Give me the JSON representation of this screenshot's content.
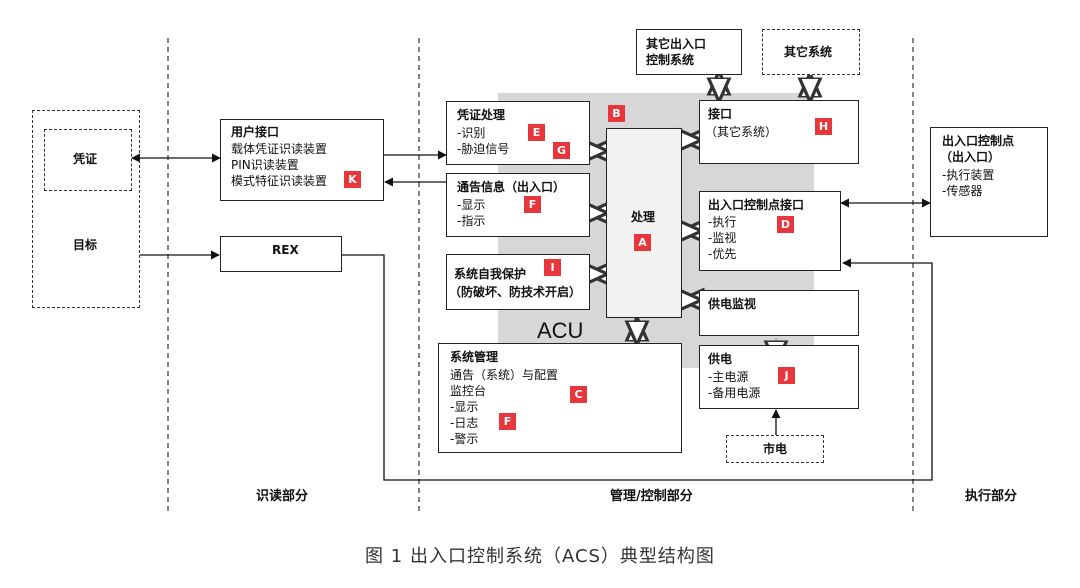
{
  "sections": {
    "read": "识读部分",
    "mgmt": "管理/控制部分",
    "exec": "执行部分"
  },
  "acu_label": "ACU",
  "left": {
    "credential": "凭证",
    "target": "目标"
  },
  "user_interface": {
    "title": "用户接口",
    "lines": [
      "载体凭证识读装置",
      "PIN识读装置",
      "模式特征识读装置"
    ],
    "tag": "K"
  },
  "rex": "REX",
  "credential_processing": {
    "title": "凭证处理",
    "lines": [
      "-识别",
      "-胁迫信号"
    ],
    "tags": [
      "E",
      "G"
    ]
  },
  "notification": {
    "title": "通告信息（出入口）",
    "lines": [
      "-显示",
      "-指示"
    ],
    "tag": "F"
  },
  "self_protection": {
    "title": "系统自我保护",
    "line2": "（防破坏、防技术开启）",
    "tag": "I"
  },
  "processing": {
    "title": "处理",
    "tag": "A"
  },
  "tag_b": "B",
  "system_mgmt": {
    "title": "系统管理",
    "lines": [
      "通告（系统）与配置",
      "监控台",
      "-显示",
      "-日志",
      "-警示"
    ],
    "tags": [
      "C",
      "F"
    ]
  },
  "other_acs": {
    "line1": "其它出入口",
    "line2": "控制系统"
  },
  "other_systems": "其它系统",
  "interface": {
    "title": "接口",
    "line": "（其它系统）",
    "tag": "H"
  },
  "control_point_interface": {
    "title": "出入口控制点接口",
    "lines": [
      "-执行",
      "-监视",
      "-优先"
    ],
    "tag": "D"
  },
  "power_monitor": "供电监视",
  "power": {
    "title": "供电",
    "lines": [
      "-主电源",
      "-备用电源"
    ],
    "tag": "J"
  },
  "mains": "市电",
  "exec_point": {
    "title": "出入口控制点",
    "line2": "（出入口）",
    "lines": [
      "-执行装置",
      "-传感器"
    ]
  },
  "caption": "图 1  出入口控制系统（ACS）典型结构图"
}
